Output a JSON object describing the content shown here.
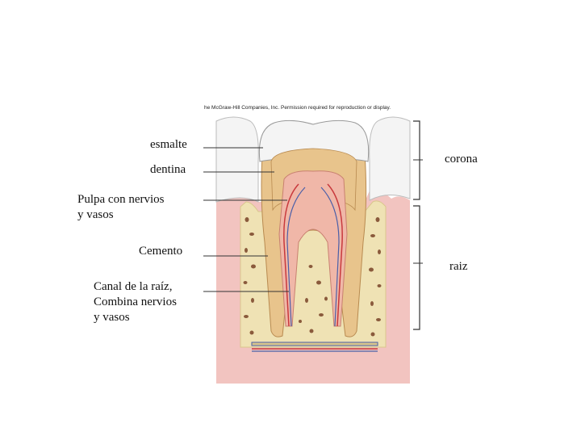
{
  "credit": "he McGraw-Hill Companies, Inc. Permission required for reproduction or display.",
  "labels": {
    "esmalte": "esmalte",
    "dentina": "dentina",
    "pulpa_line1": "Pulpa con nervios",
    "pulpa_line2": "y vasos",
    "cemento": "Cemento",
    "canal_line1": "Canal de la raíz,",
    "canal_line2": "Combina nervios",
    "canal_line3": "y vasos",
    "corona": "corona",
    "raiz": "raiz"
  },
  "colors": {
    "gum": "#f2c4c0",
    "bone": "#efe2b4",
    "dentin": "#e8c48c",
    "enamel": "#f4f4f4",
    "pulp": "#f0b7a8",
    "vessel_red": "#c8383c",
    "vessel_blue": "#4a5fa8"
  }
}
